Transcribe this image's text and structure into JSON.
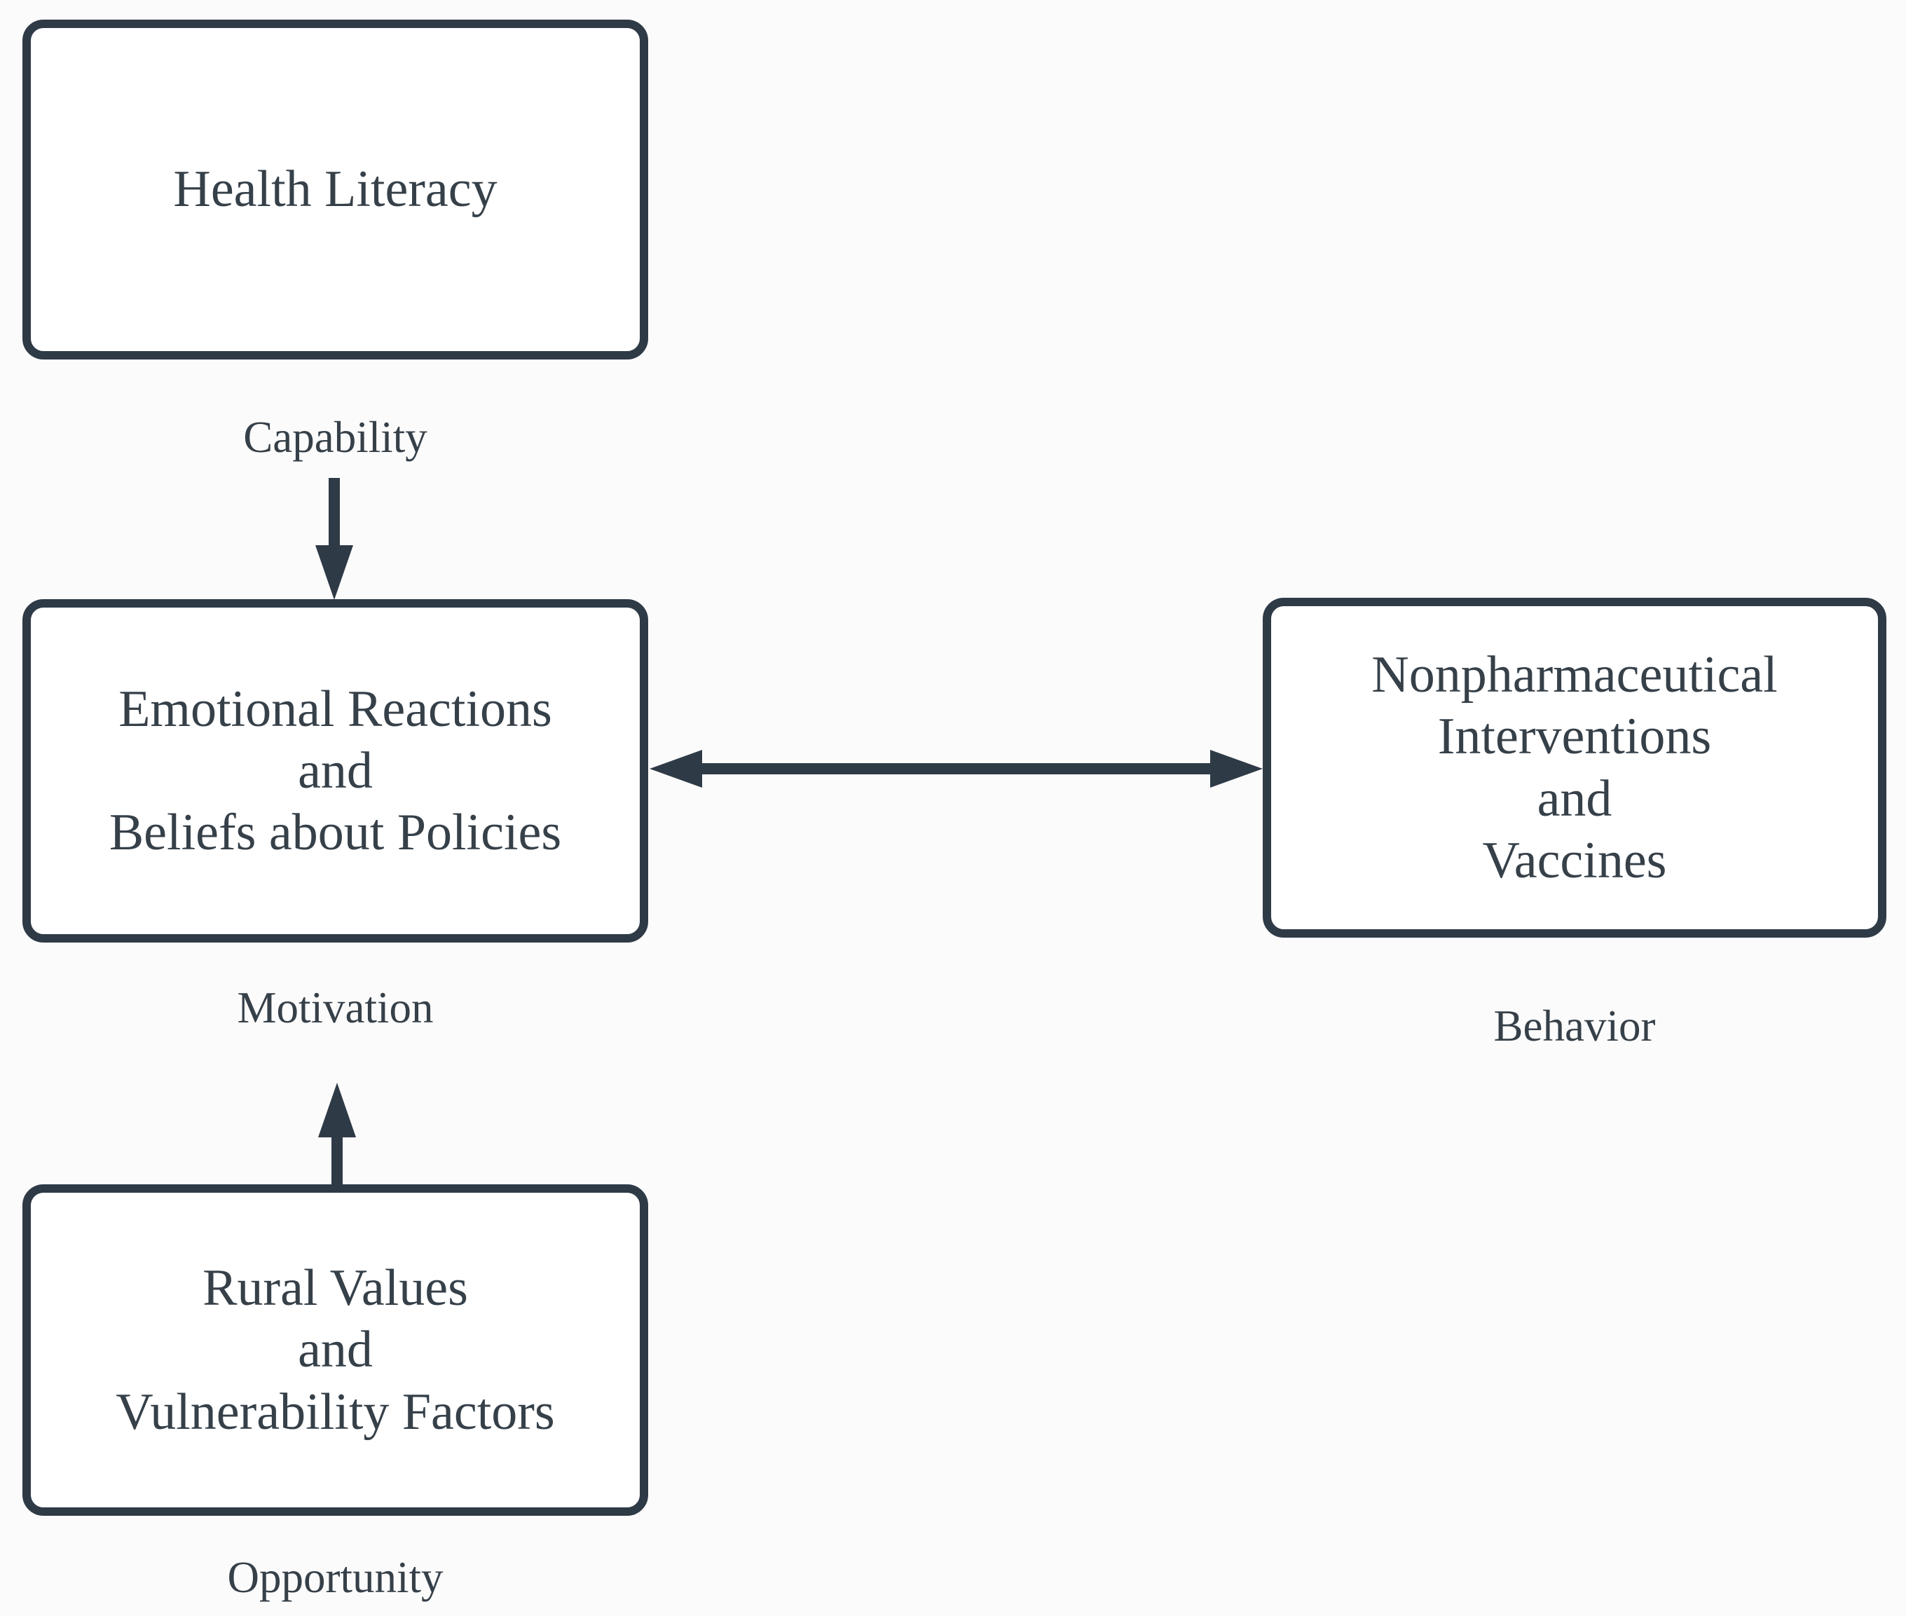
{
  "diagram": {
    "type": "flow-diagram",
    "nodes": {
      "health_literacy": {
        "label": "Health Literacy",
        "caption": "Capability"
      },
      "emotional_beliefs": {
        "label": "Emotional Reactions\nand\nBeliefs about Policies",
        "caption": "Motivation"
      },
      "rural_values": {
        "label": "Rural Values\nand\nVulnerability Factors",
        "caption": "Opportunity"
      },
      "npi_vaccines": {
        "label": "Nonpharmaceutical\nInterventions\nand\nVaccines",
        "caption": "Behavior"
      }
    },
    "edges": [
      {
        "from": "health_literacy",
        "to": "emotional_beliefs",
        "direction": "down",
        "arrowheads": "single"
      },
      {
        "from": "rural_values",
        "to": "emotional_beliefs",
        "direction": "up",
        "arrowheads": "single"
      },
      {
        "from": "emotional_beliefs",
        "to": "npi_vaccines",
        "direction": "horizontal",
        "arrowheads": "double"
      }
    ],
    "colors": {
      "stroke": "#2f3a47",
      "text": "#364049",
      "node_fill": "#ffffff",
      "background": "#fbfbfb"
    }
  }
}
